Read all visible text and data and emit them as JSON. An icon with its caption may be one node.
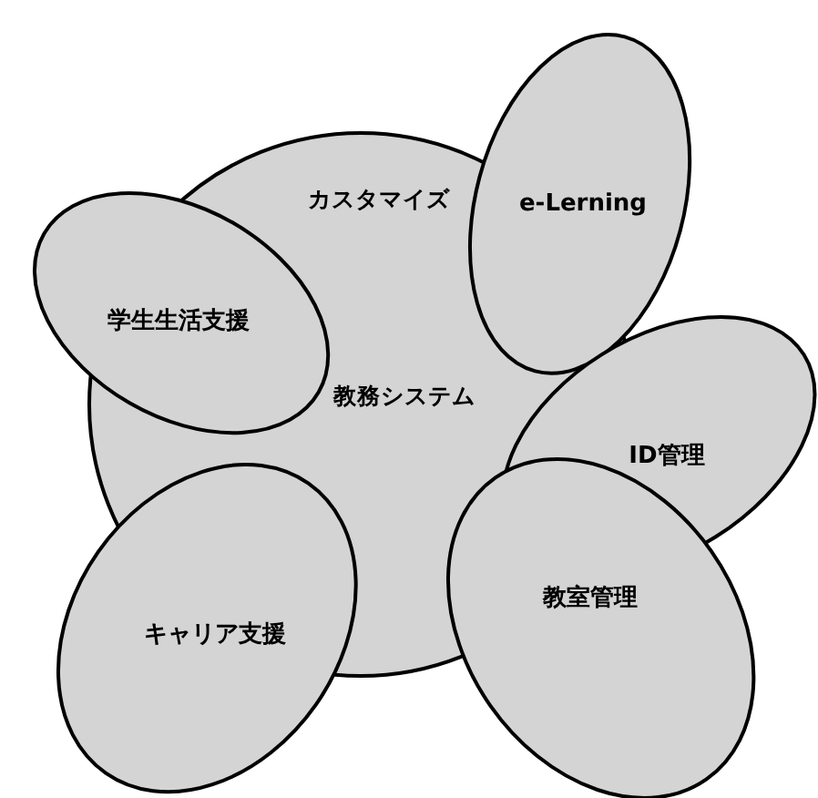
{
  "diagram": {
    "nodes": [
      {
        "text": [
          "カスタマイズ",
          "教務システム"
        ]
      },
      {
        "text": [
          "e-Lerning"
        ]
      },
      {
        "text": [
          "学生生活支援"
        ]
      },
      {
        "text": [
          "ID管理"
        ]
      },
      {
        "text": [
          "教室管理"
        ]
      },
      {
        "text": [
          "キャリア支援"
        ]
      }
    ]
  }
}
